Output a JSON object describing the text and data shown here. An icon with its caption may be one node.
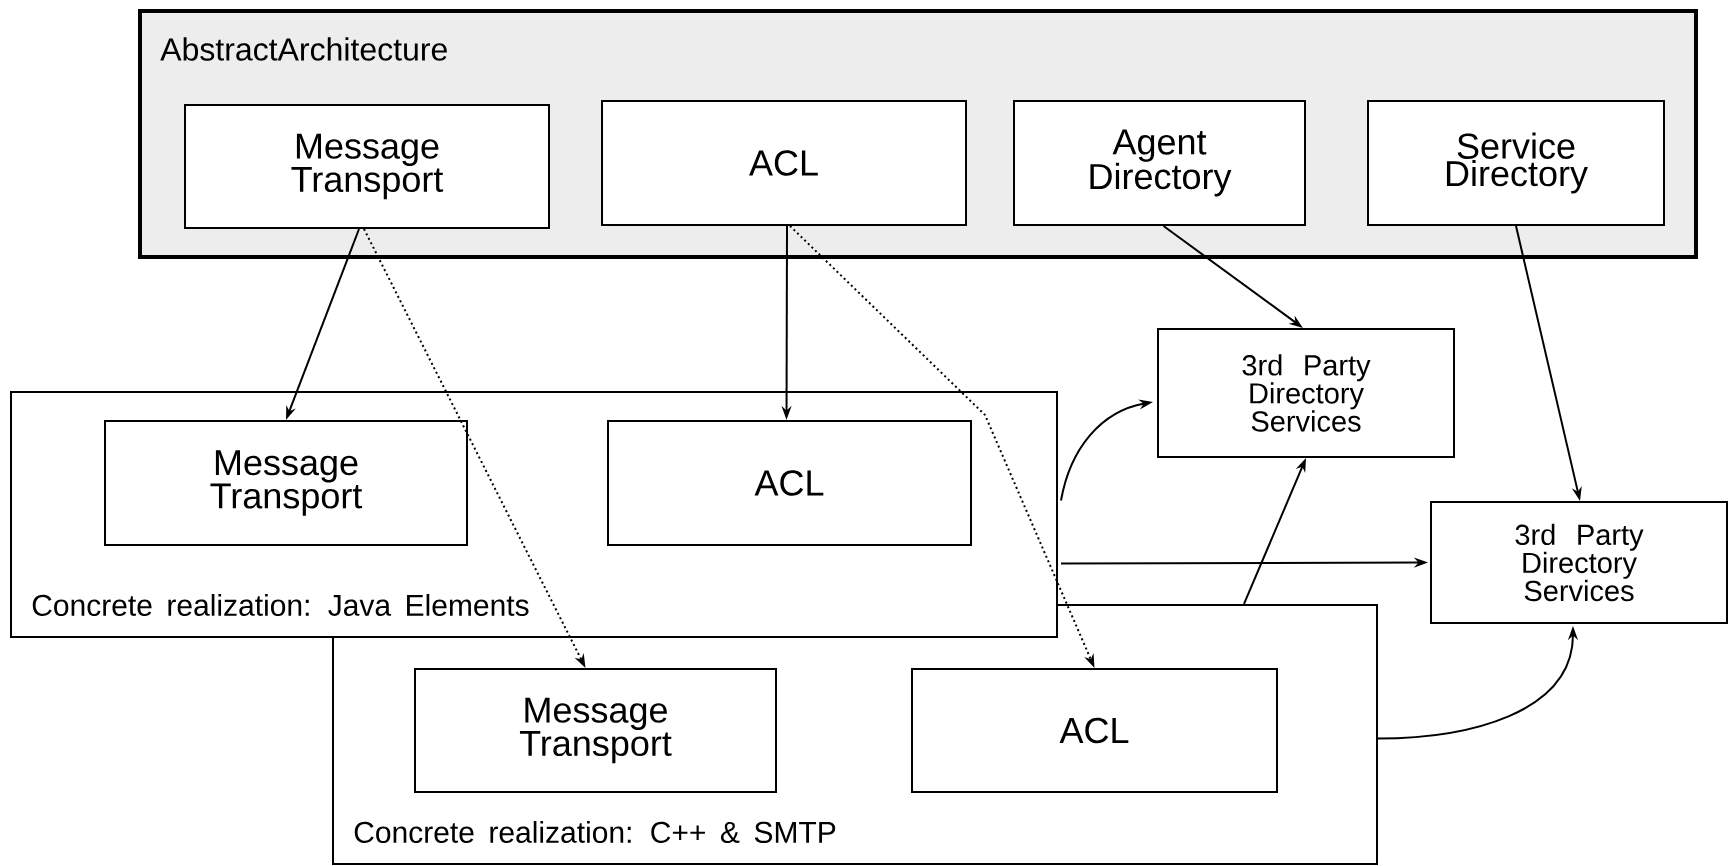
{
  "diagram": {
    "nodes": [
      {
        "text": [
          "AbstractArchitecture"
        ]
      },
      {
        "text": [
          "Message Transport"
        ],
        "in": 0
      },
      {
        "text": [
          "ACL"
        ],
        "in": 0
      },
      {
        "text": [
          "Agent Directory"
        ],
        "in": 0
      },
      {
        "text": [
          "Service Directory"
        ],
        "in": 0
      },
      {
        "text": [
          "Concrete realization: Java Elements"
        ]
      },
      {
        "text": [
          "Message Transport"
        ],
        "in": 5
      },
      {
        "text": [
          "ACL"
        ],
        "in": 5
      },
      {
        "text": [
          "Concrete realization: C++ & SMTP"
        ]
      },
      {
        "text": [
          "Message Transport"
        ],
        "in": 8
      },
      {
        "text": [
          "ACL"
        ],
        "in": 8
      },
      {
        "text": [
          "3rd Party Directory Services"
        ]
      },
      {
        "text": [
          "3rd Party Directory Services"
        ]
      }
    ],
    "edges": [
      {
        "from": 1,
        "to": 6,
        "arrow": "to"
      },
      {
        "from": 1,
        "to": 9,
        "arrow": "to",
        "style": "dashed"
      },
      {
        "from": 2,
        "to": 7,
        "arrow": "to"
      },
      {
        "from": 2,
        "to": 10,
        "arrow": "to",
        "style": "dashed"
      },
      {
        "from": 3,
        "to": 11,
        "arrow": "to"
      },
      {
        "from": 4,
        "to": 12,
        "arrow": "to"
      },
      {
        "from": 5,
        "to": 11,
        "arrow": "to"
      },
      {
        "from": 5,
        "to": 12,
        "arrow": "to"
      },
      {
        "from": 8,
        "to": 11,
        "arrow": "to"
      },
      {
        "from": 8,
        "to": 12,
        "arrow": "to"
      }
    ]
  }
}
